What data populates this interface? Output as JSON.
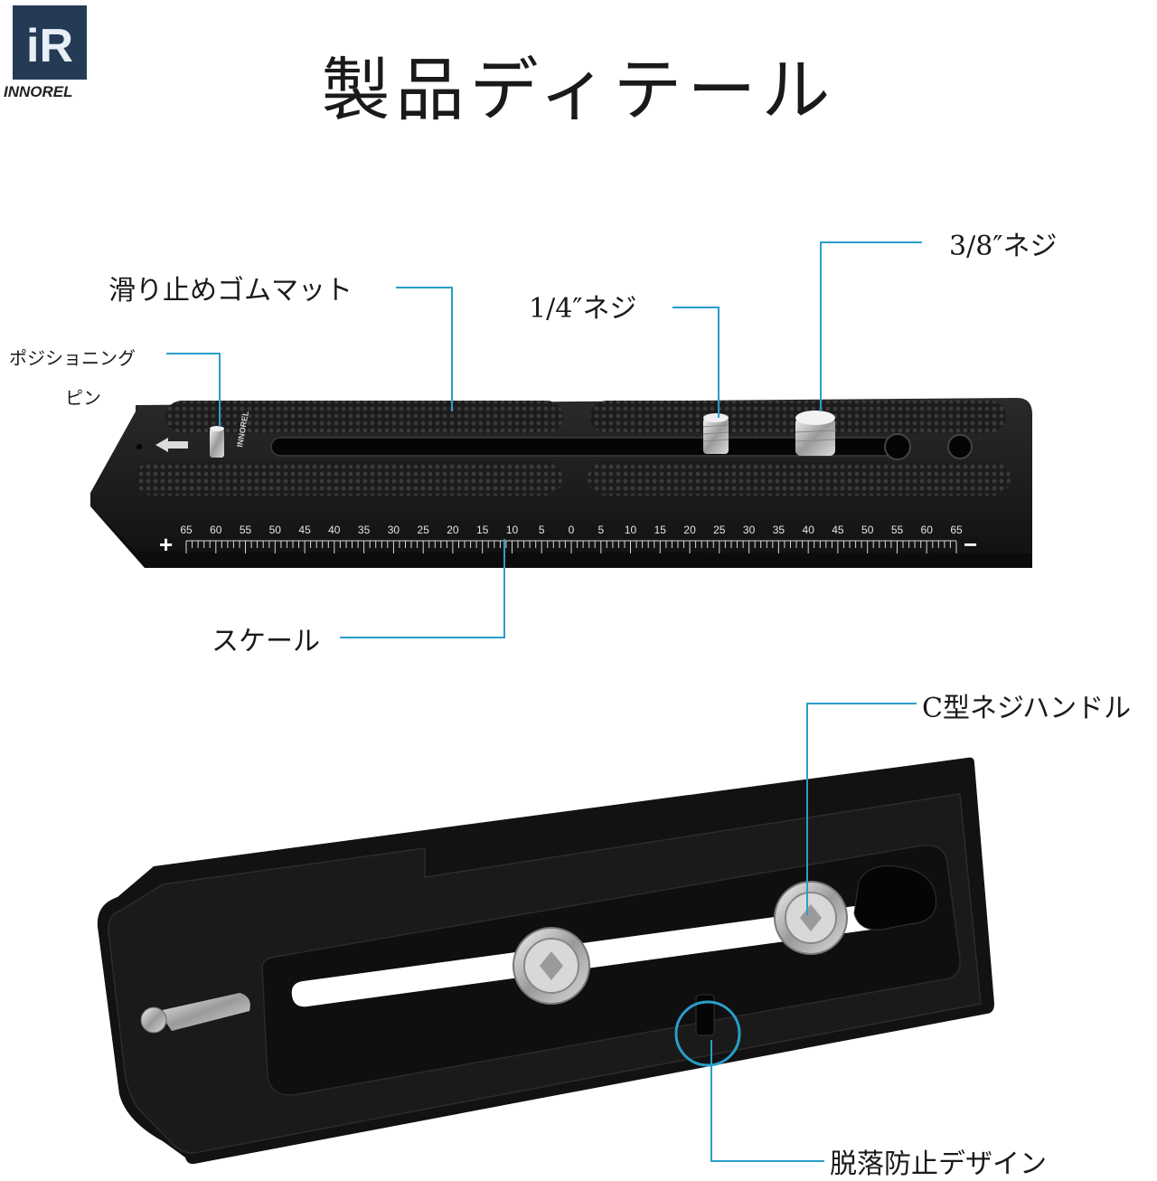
{
  "brand": {
    "logo_mark": "iR",
    "logo_name": "INNOREL"
  },
  "title": "製品ディテール",
  "callouts": {
    "rubber_mat": "滑り止めゴムマット",
    "positioning_pin_line1": "ポジショニング",
    "positioning_pin_line2": "ピン",
    "screw_quarter": "1/4″ネジ",
    "screw_three_eighth": "3/8″ネジ",
    "scale": "スケール",
    "c_screw_handle": "C型ネジハンドル",
    "anti_drop": "脱落防止デザイン"
  },
  "plate": {
    "brand_print": "INNOREL",
    "scale_plus": "+",
    "scale_minus": "−",
    "scale_numbers": [
      "65",
      "60",
      "55",
      "50",
      "45",
      "40",
      "35",
      "30",
      "25",
      "20",
      "15",
      "10",
      "5",
      "0",
      "5",
      "10",
      "15",
      "20",
      "25",
      "30",
      "35",
      "40",
      "45",
      "50",
      "55",
      "60",
      "65"
    ]
  },
  "colors": {
    "callout_line": "#2a9ec9",
    "plate": "#141414",
    "logo_bg": "#243a55"
  }
}
